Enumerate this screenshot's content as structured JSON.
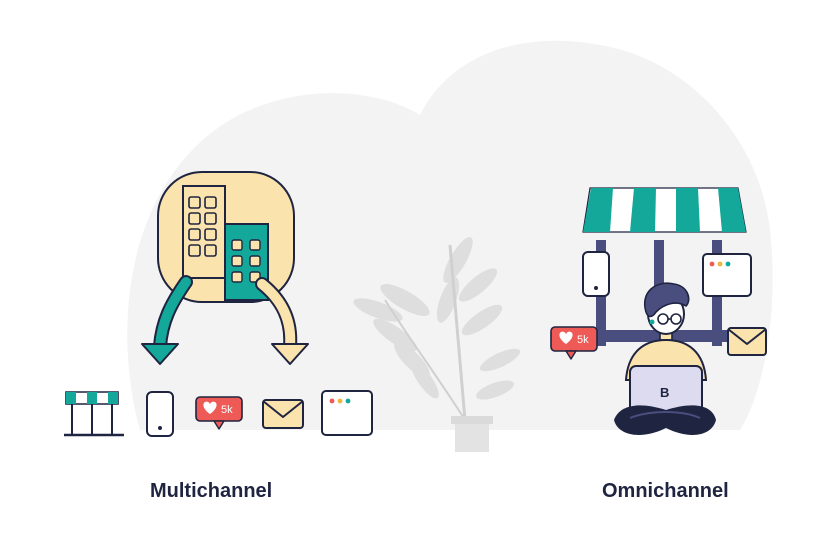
{
  "captions": {
    "left": "Multichannel",
    "right": "Omnichannel"
  },
  "badges": {
    "likes_label": "5k",
    "laptop_logo": "B"
  },
  "colors": {
    "teal": "#14a89a",
    "dark_teal": "#0f7f74",
    "cream": "#fbe3ad",
    "navy": "#1f2440",
    "indigo": "#4a4e7e",
    "red": "#ee5a55",
    "plant": "#dcdcdc",
    "background_blob": "#f3f3f3"
  },
  "icons": [
    "store-awning-icon",
    "phone-icon",
    "like-badge-icon",
    "mail-icon",
    "browser-window-icon",
    "buildings-icon",
    "curved-arrow-icon",
    "plant-icon",
    "person-with-laptop-icon"
  ]
}
